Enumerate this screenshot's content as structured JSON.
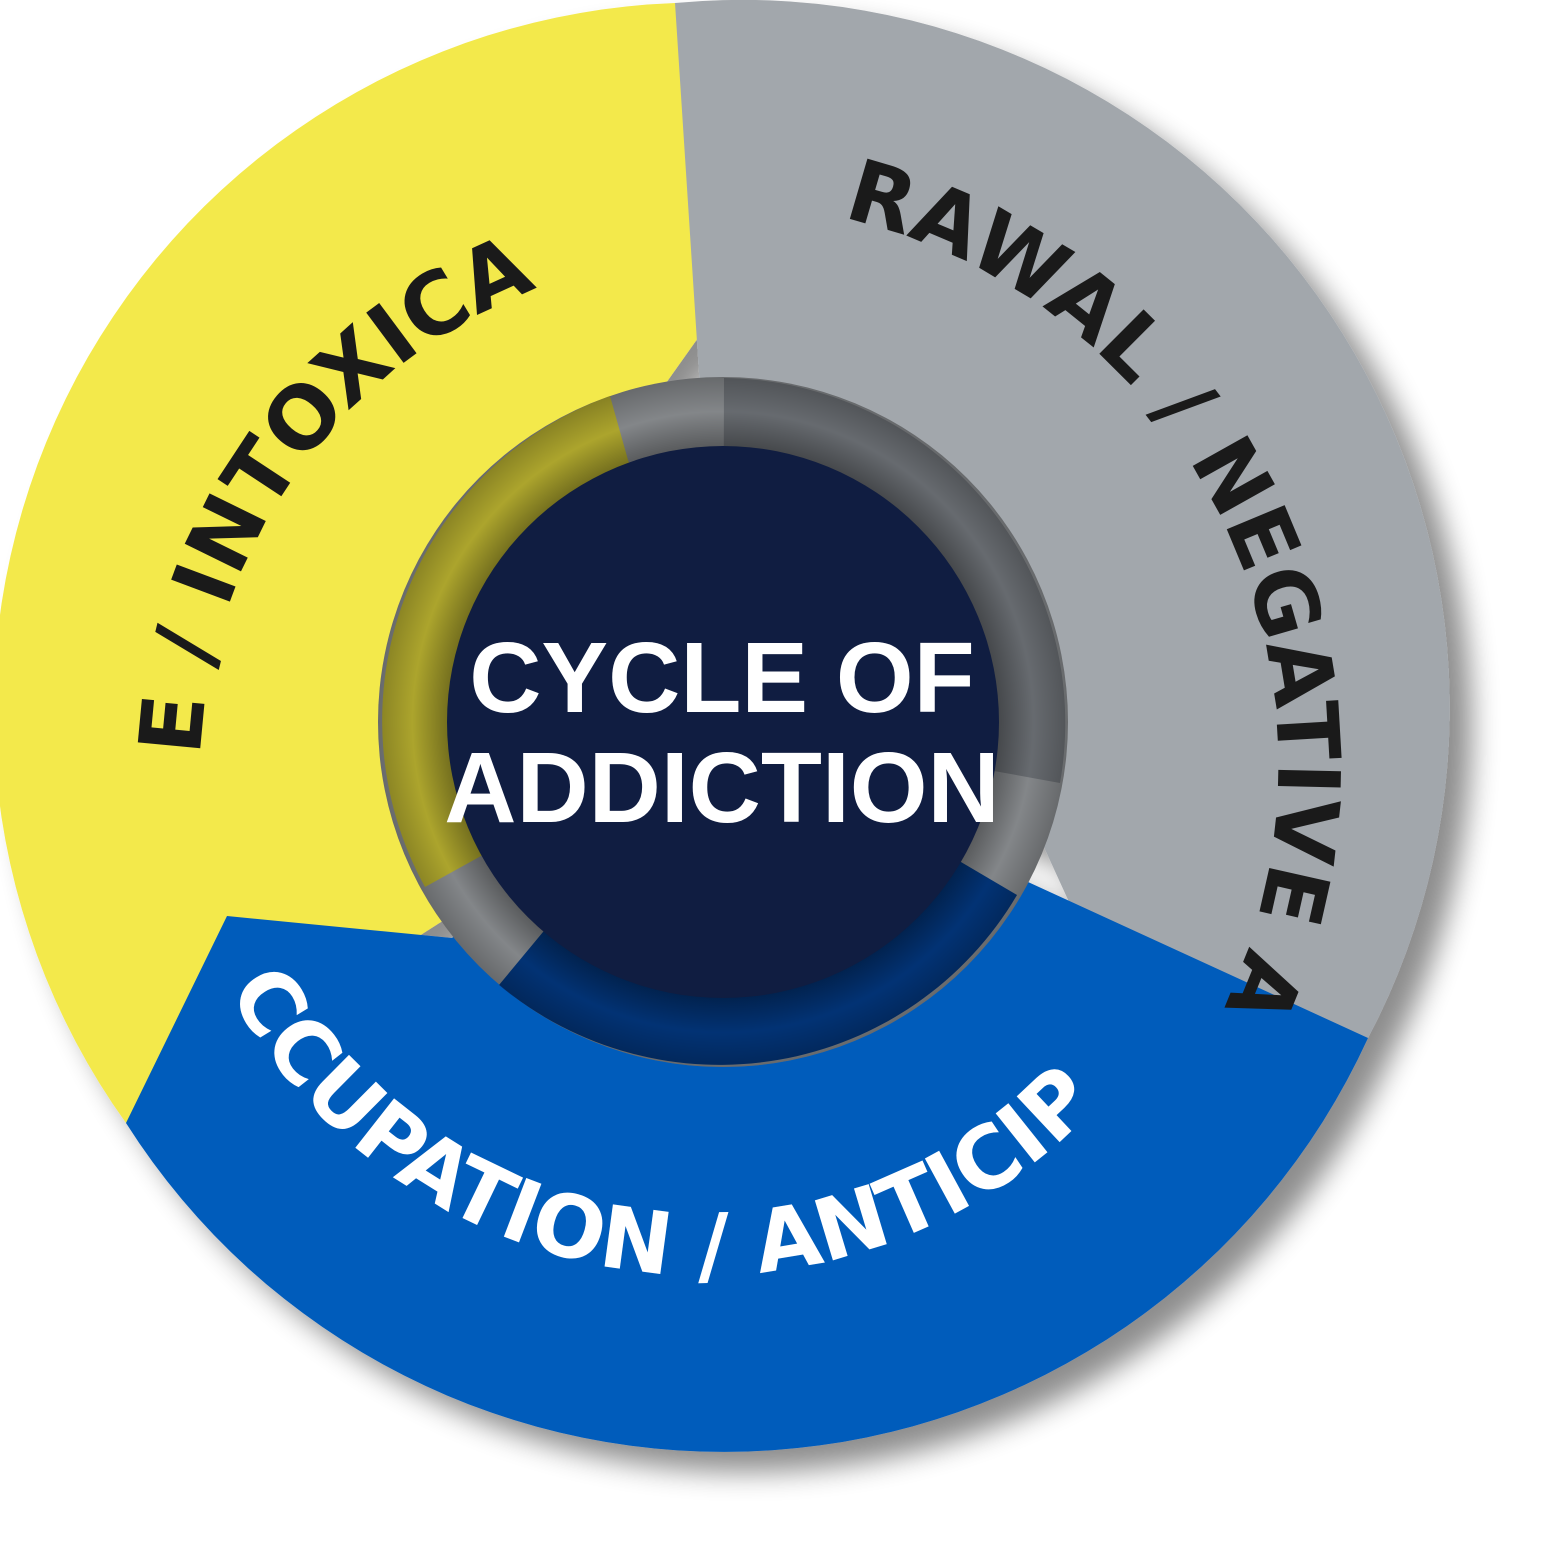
{
  "diagram": {
    "center": {
      "line1": "CYCLE OF",
      "line2": "ADDICTION",
      "color": "#101d41"
    },
    "segments": [
      {
        "label": "BINGE / INTOXICATION",
        "color": "#f3e94b",
        "text_color": "#1a1a1a"
      },
      {
        "label": "WITHDRAWAL / NEGATIVE AFFECT",
        "color": "#a2a7ac",
        "text_color": "#1a1a1a"
      },
      {
        "label": "PREOCCUPATION / ANTICIPATION",
        "color": "#005bbb",
        "text_color": "#ffffff"
      }
    ]
  }
}
